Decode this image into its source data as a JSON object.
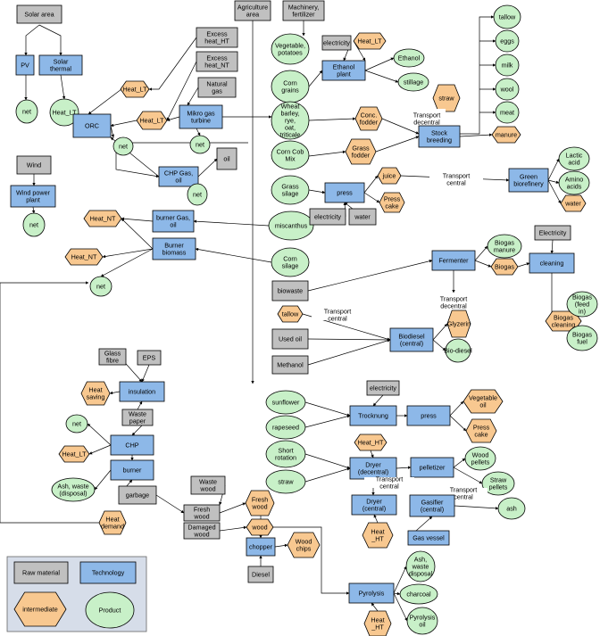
{
  "nodes": {
    "solar_area": {
      "label": "Solar area",
      "kind": "raw"
    },
    "pv": {
      "label": "PV",
      "kind": "tech"
    },
    "solar_thermal": {
      "label": "Solar thermal",
      "kind": "tech"
    },
    "net_pv": {
      "label": "net",
      "kind": "prod"
    },
    "heat_lt_solar": {
      "label": "Heat_LT",
      "kind": "prod"
    },
    "wind": {
      "label": "Wind",
      "kind": "raw"
    },
    "wind_plant": {
      "label": "Wind power plant",
      "kind": "tech"
    },
    "net_wind": {
      "label": "net",
      "kind": "prod"
    },
    "orc": {
      "label": "ORC",
      "kind": "tech"
    },
    "net_orc": {
      "label": "net",
      "kind": "prod"
    },
    "heat_lt_a": {
      "label": "Heat_LT",
      "kind": "inter"
    },
    "heat_lt_b": {
      "label": "Heat_LT",
      "kind": "inter"
    },
    "excess_ht": {
      "label": "Excess heat_HT",
      "kind": "raw"
    },
    "excess_nt": {
      "label": "Excess heat_NT",
      "kind": "raw"
    },
    "natural_gas": {
      "label": "Natural gas",
      "kind": "raw"
    },
    "mikro_gas": {
      "label": "Mikro gas turbine",
      "kind": "tech"
    },
    "net_mikro": {
      "label": "net",
      "kind": "prod"
    },
    "chp_gas": {
      "label": "CHP Gas, oil",
      "kind": "tech"
    },
    "oil": {
      "label": "oil",
      "kind": "raw"
    },
    "net_chp": {
      "label": "net",
      "kind": "prod"
    },
    "heat_nt_a": {
      "label": "Heat_NT",
      "kind": "inter"
    },
    "heat_nt_b": {
      "label": "Heat_NT",
      "kind": "inter"
    },
    "burner_gas": {
      "label": "burner Gas, oil",
      "kind": "tech"
    },
    "burner_bio": {
      "label": "Burner biomass",
      "kind": "tech"
    },
    "net_burner": {
      "label": "net",
      "kind": "prod"
    },
    "agri_area": {
      "label": "Agriculture area",
      "kind": "raw"
    },
    "machinery": {
      "label": "Machinery, fertilizer",
      "kind": "raw"
    },
    "veg": {
      "label": "Vegetable, potatoes",
      "kind": "prod"
    },
    "corn_grains": {
      "label": "Corn grains",
      "kind": "prod"
    },
    "wheat": {
      "label": "Wheat barley, rye, oat, triticale",
      "kind": "prod"
    },
    "corn_cob": {
      "label": "Corn Cob Mix",
      "kind": "prod"
    },
    "grass_silage": {
      "label": "Grass silage",
      "kind": "prod"
    },
    "miscanthus": {
      "label": "miscanthus",
      "kind": "prod"
    },
    "corn_silage": {
      "label": "Corn silage",
      "kind": "prod"
    },
    "electricity_top": {
      "label": "electricity",
      "kind": "raw"
    },
    "heat_lt_eth": {
      "label": "Heat_LT",
      "kind": "inter"
    },
    "ethanol_plant": {
      "label": "Ethanol plant",
      "kind": "tech"
    },
    "ethanol": {
      "label": "Ethanol",
      "kind": "prod"
    },
    "stillage": {
      "label": "stillage",
      "kind": "prod"
    },
    "straw_int": {
      "label": "straw",
      "kind": "inter"
    },
    "conc_fodder": {
      "label": "Conc. fodder",
      "kind": "inter"
    },
    "transport_decentral_1": {
      "label": "Transport decentral",
      "kind": "label"
    },
    "stock_breeding": {
      "label": "Stock breeding",
      "kind": "tech"
    },
    "tallow_prod": {
      "label": "tallow",
      "kind": "prod"
    },
    "eggs": {
      "label": "eggs",
      "kind": "prod"
    },
    "milk": {
      "label": "milk",
      "kind": "prod"
    },
    "wool": {
      "label": "wool",
      "kind": "prod"
    },
    "meat": {
      "label": "meat",
      "kind": "prod"
    },
    "manure": {
      "label": "manure",
      "kind": "inter"
    },
    "grass_fodder": {
      "label": "Grass fodder",
      "kind": "inter"
    },
    "press_top": {
      "label": "press",
      "kind": "tech"
    },
    "juice": {
      "label": "juice",
      "kind": "inter"
    },
    "press_cake_top": {
      "label": "Press cake",
      "kind": "inter"
    },
    "electricity_press": {
      "label": "electricity",
      "kind": "raw"
    },
    "water_raw": {
      "label": "water",
      "kind": "raw"
    },
    "transport_central_1": {
      "label": "Transport central",
      "kind": "label"
    },
    "green_bio": {
      "label": "Green biorefinery",
      "kind": "tech"
    },
    "lactic": {
      "label": "Lactic acid",
      "kind": "prod"
    },
    "amino": {
      "label": "Amino acids",
      "kind": "prod"
    },
    "water_int": {
      "label": "water",
      "kind": "inter"
    },
    "fermenter": {
      "label": "Fermenter",
      "kind": "tech"
    },
    "biogas_manure": {
      "label": "Biogas manure",
      "kind": "prod"
    },
    "biogas_int": {
      "label": "Biogas",
      "kind": "inter"
    },
    "electricity_clean": {
      "label": "Electricity",
      "kind": "raw"
    },
    "cleaning": {
      "label": "cleaning",
      "kind": "tech"
    },
    "biowaste": {
      "label": "biowaste",
      "kind": "raw"
    },
    "transport_decentral_2": {
      "label": "Transport decentral",
      "kind": "label"
    },
    "tallow_int": {
      "label": "tallow",
      "kind": "inter"
    },
    "transport_central_2": {
      "label": "Transport central",
      "kind": "label"
    },
    "used_oil": {
      "label": "Used oil",
      "kind": "raw"
    },
    "methanol": {
      "label": "Methanol",
      "kind": "raw"
    },
    "biodiesel_central": {
      "label": "Biodiesel (central)",
      "kind": "tech"
    },
    "glyzerin": {
      "label": "Glyzerin",
      "kind": "inter"
    },
    "bio_diesel": {
      "label": "Bio-diesel",
      "kind": "prod"
    },
    "biogas_cleaning": {
      "label": "Biogas cleaning",
      "kind": "inter"
    },
    "biogas_feed": {
      "label": "Biogas (feed in)",
      "kind": "prod"
    },
    "biogas_fuel": {
      "label": "Biogas fuel",
      "kind": "prod"
    },
    "glass_fibre": {
      "label": "Glass fibre",
      "kind": "raw"
    },
    "eps": {
      "label": "EPS",
      "kind": "raw"
    },
    "insulation": {
      "label": "insulation",
      "kind": "tech"
    },
    "heat_saving": {
      "label": "Heat saving",
      "kind": "inter"
    },
    "waste_paper": {
      "label": "Waste paper",
      "kind": "raw"
    },
    "net_chp2": {
      "label": "net",
      "kind": "prod"
    },
    "chp2": {
      "label": "CHP",
      "kind": "tech"
    },
    "heat_lt_chp": {
      "label": "Heat_LT",
      "kind": "inter"
    },
    "burner2": {
      "label": "burner",
      "kind": "tech"
    },
    "ash_waste_1": {
      "label": "Ash, waste (disposal)",
      "kind": "prod"
    },
    "garbage": {
      "label": "garbage",
      "kind": "raw"
    },
    "heat_demand": {
      "label": "Heat demand",
      "kind": "inter"
    },
    "sunflower": {
      "label": "sunflower",
      "kind": "prod"
    },
    "rapeseed": {
      "label": "rapeseed",
      "kind": "prod"
    },
    "short_rotation": {
      "label": "Short rotation",
      "kind": "prod"
    },
    "straw_prod": {
      "label": "straw",
      "kind": "prod"
    },
    "electricity_mid": {
      "label": "electricity",
      "kind": "raw"
    },
    "trocknung": {
      "label": "Trocknung",
      "kind": "tech"
    },
    "press_mid": {
      "label": "press",
      "kind": "tech"
    },
    "veg_oil": {
      "label": "Vegetable oil",
      "kind": "inter"
    },
    "press_cake_mid": {
      "label": "Press cake",
      "kind": "inter"
    },
    "heat_ht_a": {
      "label": "Heat_HT",
      "kind": "inter"
    },
    "dryer_decentral": {
      "label": "Dryer (decentral)",
      "kind": "tech"
    },
    "pelletizer": {
      "label": "pelletizer",
      "kind": "tech"
    },
    "wood_pellets": {
      "label": "Wood pellets",
      "kind": "prod"
    },
    "straw_pellets": {
      "label": "Straw pellets",
      "kind": "prod"
    },
    "transport_central_3": {
      "label": "Transport central",
      "kind": "label"
    },
    "transport_central_4": {
      "label": "Transport central",
      "kind": "label"
    },
    "dryer_central": {
      "label": "Dryer (central)",
      "kind": "tech"
    },
    "gasifier": {
      "label": "Gasifier (central)",
      "kind": "tech"
    },
    "ash_prod": {
      "label": "ash",
      "kind": "prod"
    },
    "heat_ht_b": {
      "label": "Heat _HT",
      "kind": "inter"
    },
    "gas_vessel": {
      "label": "Gas vessel",
      "kind": "tech"
    },
    "waste_wood": {
      "label": "Waste wood",
      "kind": "raw"
    },
    "fresh_wood_raw": {
      "label": "Fresh wood",
      "kind": "raw"
    },
    "damaged_wood": {
      "label": "Damaged wood",
      "kind": "raw"
    },
    "fresh_wood_int": {
      "label": "Fresh wood",
      "kind": "inter"
    },
    "wood_int": {
      "label": "wood",
      "kind": "inter"
    },
    "chopper": {
      "label": "chopper",
      "kind": "tech"
    },
    "wood_chips": {
      "label": "Wood chips",
      "kind": "inter"
    },
    "diesel": {
      "label": "Diesel",
      "kind": "raw"
    },
    "pyrolysis": {
      "label": "Pyrolysis",
      "kind": "tech"
    },
    "ash_waste_2": {
      "label": "Ash, waste disposal",
      "kind": "prod"
    },
    "charcoal": {
      "label": "charcoal",
      "kind": "prod"
    },
    "pyrolysis_oil": {
      "label": "Pyrolysis oil",
      "kind": "prod"
    },
    "heat_ht_c": {
      "label": "Heat _HT",
      "kind": "inter"
    }
  },
  "legend": {
    "raw_material": "Raw material",
    "technology": "Technology",
    "intermediate": "intermediate",
    "product": "Product"
  },
  "colors": {
    "raw": "#c0c0c0",
    "tech": "#8db8e8",
    "prod": "#c8f0c8",
    "inter": "#f8c890",
    "legend_bg": "#d6dde9"
  }
}
